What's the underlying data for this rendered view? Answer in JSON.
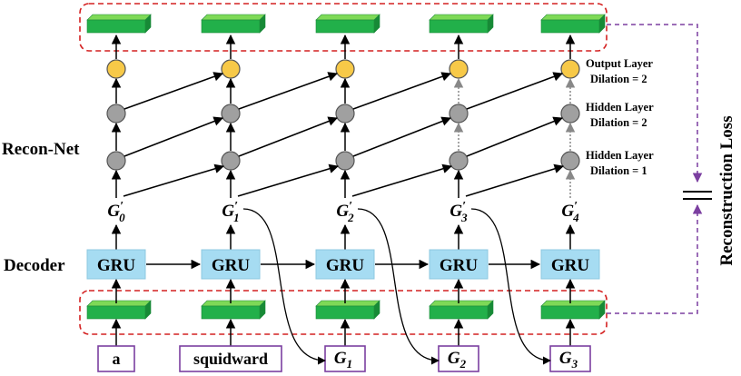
{
  "labels": {
    "recon_net": "Recon-Net",
    "decoder": "Decoder",
    "reconstruction_loss": "Reconstruction Loss"
  },
  "layers": {
    "output": {
      "line1": "Output Layer",
      "line2": "Dilation = 2"
    },
    "hidden2": {
      "line1": "Hidden Layer",
      "line2": "Dilation = 2"
    },
    "hidden1": {
      "line1": "Hidden Layer",
      "line2": "Dilation = 1"
    }
  },
  "gru_label": "GRU",
  "g_prime": [
    {
      "base": "G",
      "sup": "′",
      "sub": "0"
    },
    {
      "base": "G",
      "sup": "′",
      "sub": "1"
    },
    {
      "base": "G",
      "sup": "′",
      "sub": "2"
    },
    {
      "base": "G",
      "sup": "′",
      "sub": "3"
    },
    {
      "base": "G",
      "sup": "′",
      "sub": "4"
    }
  ],
  "inputs": [
    {
      "text": "a"
    },
    {
      "text": "squidward"
    },
    {
      "base": "G",
      "sub": "1"
    },
    {
      "base": "G",
      "sub": "2"
    },
    {
      "base": "G",
      "sub": "3"
    }
  ],
  "colors": {
    "green_block": "#22b04a",
    "green_top": "#7ed957",
    "gru_fill": "#a6dcf2",
    "yellow_node": "#f7c948",
    "gray_node": "#a0a0a0",
    "red_dashed": "#d42020",
    "purple": "#7b3fa0",
    "box_border": "#7b3fa0"
  }
}
